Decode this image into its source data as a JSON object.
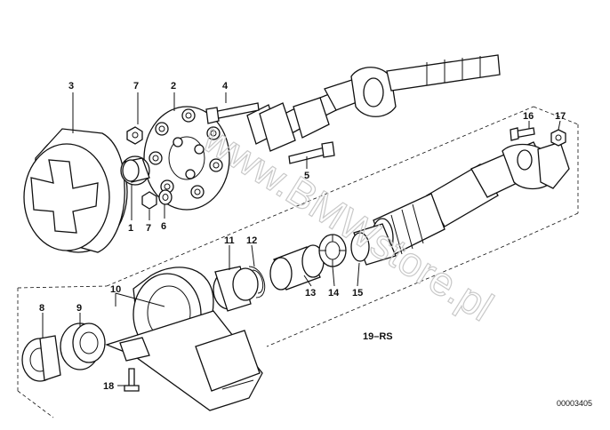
{
  "diagram": {
    "callouts": [
      {
        "id": "c1",
        "text": "1"
      },
      {
        "id": "c2",
        "text": "2"
      },
      {
        "id": "c3",
        "text": "3"
      },
      {
        "id": "c4",
        "text": "4"
      },
      {
        "id": "c5",
        "text": "5"
      },
      {
        "id": "c6",
        "text": "6"
      },
      {
        "id": "c7a",
        "text": "7"
      },
      {
        "id": "c7b",
        "text": "7"
      },
      {
        "id": "c8",
        "text": "8"
      },
      {
        "id": "c9",
        "text": "9"
      },
      {
        "id": "c10",
        "text": "10"
      },
      {
        "id": "c11",
        "text": "11"
      },
      {
        "id": "c12",
        "text": "12"
      },
      {
        "id": "c13",
        "text": "13"
      },
      {
        "id": "c14",
        "text": "14"
      },
      {
        "id": "c15",
        "text": "15"
      },
      {
        "id": "c16",
        "text": "16"
      },
      {
        "id": "c17",
        "text": "17"
      },
      {
        "id": "c18",
        "text": "18"
      }
    ],
    "group_label": "19–RS",
    "drawing_code": "00003405",
    "watermark": "www.BMWstore.pl"
  }
}
